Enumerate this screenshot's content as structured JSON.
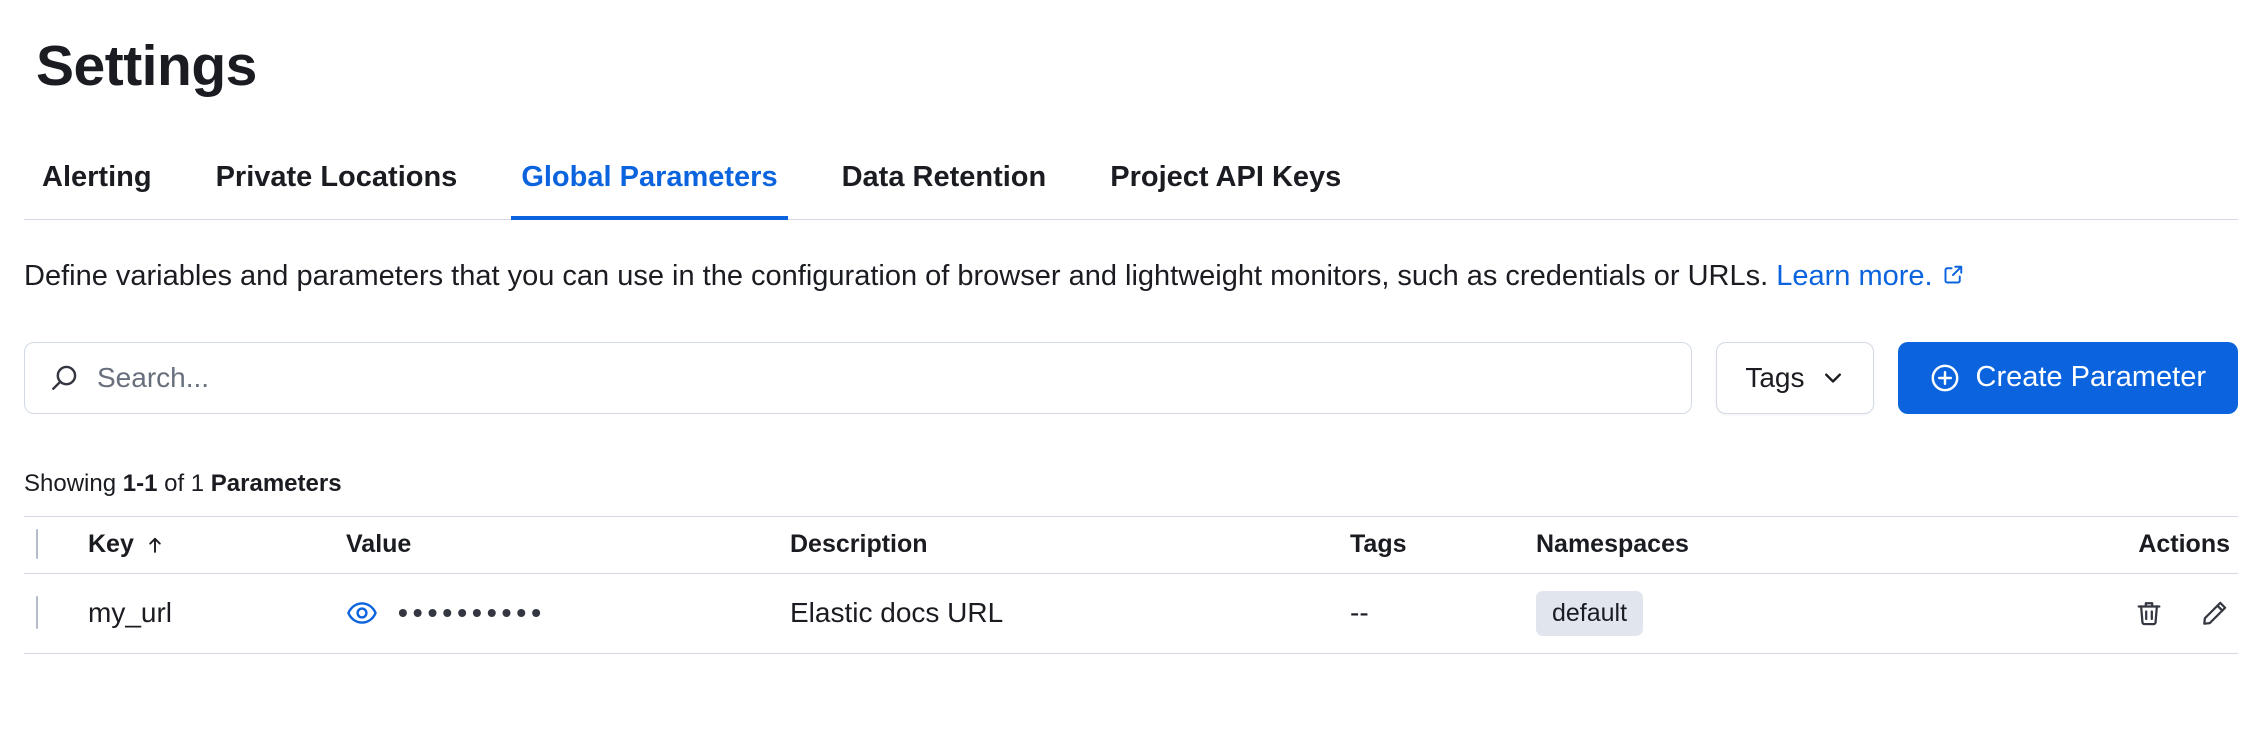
{
  "page": {
    "title": "Settings"
  },
  "tabs": [
    {
      "label": "Alerting"
    },
    {
      "label": "Private Locations"
    },
    {
      "label": "Global Parameters"
    },
    {
      "label": "Data Retention"
    },
    {
      "label": "Project API Keys"
    }
  ],
  "description": {
    "text": "Define variables and parameters that you can use in the configuration of browser and lightweight monitors, such as credentials or URLs.",
    "link_label": "Learn more."
  },
  "toolbar": {
    "search_placeholder": "Search...",
    "search_value": "",
    "tags_label": "Tags",
    "create_label": "Create Parameter"
  },
  "summary": {
    "showing": "Showing",
    "range": "1-1",
    "of": "of 1",
    "unit": "Parameters"
  },
  "table": {
    "headers": {
      "key": "Key",
      "value": "Value",
      "description": "Description",
      "tags": "Tags",
      "namespaces": "Namespaces",
      "actions": "Actions"
    },
    "rows": [
      {
        "key": "my_url",
        "masked_value": "••••••••••",
        "description": "Elastic docs URL",
        "tags": "--",
        "namespace": "default"
      }
    ]
  },
  "colors": {
    "accent": "#0b64dd",
    "link": "#0b64dd",
    "text": "#1a1c21",
    "subdued": "#69707d",
    "border": "#d3dae6",
    "badge_bg": "#e0e5ee"
  }
}
